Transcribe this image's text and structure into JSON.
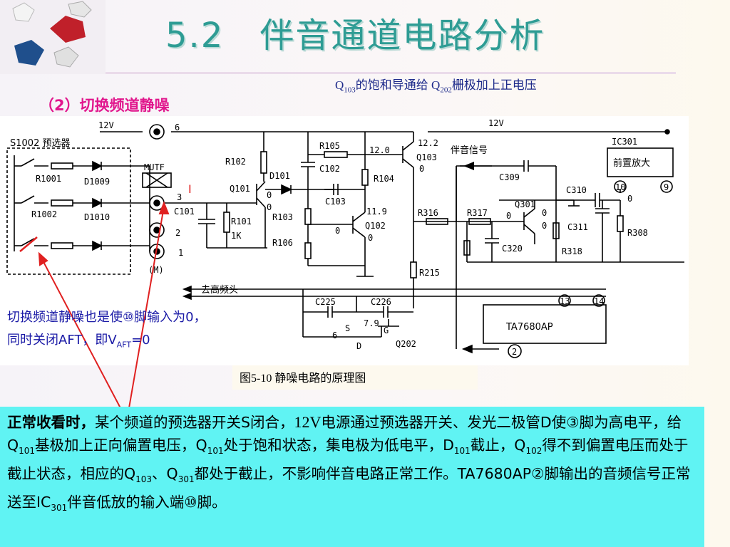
{
  "title": "5.2　伴音通道电路分析",
  "header_note": {
    "q1": "Q",
    "q1_sub": "103",
    "mid": "的饱和导通给 Q",
    "q2_sub": "202",
    "tail": "栅极加上正电压"
  },
  "section_heading": "（2）切换频道静噪",
  "annotation": {
    "line1": "切换频道静噪也是使⑩脚输入为0，",
    "line2_a": "同时关闭AFT，即V",
    "line2_sub": "AFT",
    "line2_b": "=0",
    "marker": "I"
  },
  "figure_caption": "图5-10 静噪电路的原理图",
  "body": {
    "bold_lead": "正常收看时，",
    "s1": "某个频道的预选器开关S闭合，",
    "s2": "12V",
    "s3": "电源通过预选器开关、发光二极管D使③脚为高电平，给Q",
    "sub_101a": "101",
    "s4": "基极加上正向偏置电压，Q",
    "sub_101b": "101",
    "s5": "处于饱和状态，集电极为低电平，D",
    "sub_101c": "101",
    "s6": "截止，Q",
    "sub_102": "102",
    "s7": "得不到偏置电压而处于截止状态，相应的Q",
    "sub_103": "103",
    "s8": "、Q",
    "sub_301": "301",
    "s9": "都处于截止，不影响伴音电路正常工作。TA7680AP②脚输出的音频信号正常送至IC",
    "sub_301b": "301",
    "s10": "伴音低放的输入端⑩脚。"
  },
  "circuit": {
    "labels": {
      "v12_left": "12V",
      "pin6": "6",
      "v12_right": "12V",
      "preselector": "S1002 预选器",
      "mutf": "MUTF",
      "r1001": "R1001",
      "d1009": "D1009",
      "r1002": "R1002",
      "d1010": "D1010",
      "pin3": "3",
      "pin2": "2",
      "pin1": "1",
      "m": "(M)",
      "c101": "C101",
      "r101": "R101",
      "r101_val": "1K",
      "r102": "R102",
      "q101": "Q101",
      "d101": "D101",
      "c102": "C102",
      "r105": "R105",
      "c103": "C103",
      "r103": "R103",
      "r106": "R106",
      "r104": "R104",
      "q102": "Q102",
      "q103": "Q103",
      "v12_0": "12.0",
      "v12_2": "12.2",
      "v11_9": "11.9",
      "r215": "R215",
      "r316": "R316",
      "r317": "R317",
      "q301": "Q301",
      "c320": "C320",
      "r318": "R318",
      "c309": "C309",
      "c310": "C310",
      "c311": "C311",
      "r308": "R308",
      "audio_signal": "伴音信号",
      "ic301": "IC301",
      "preamp": "前置放大",
      "to_hf": "去高频头",
      "c225": "C225",
      "c226": "C226",
      "s": "S",
      "g": "G",
      "d": "D",
      "v7_9": "7.9",
      "q202": "Q202",
      "ta7680": "TA7680AP",
      "p13": "13",
      "p14": "14",
      "p2": "2",
      "p10": "10",
      "p9": "9",
      "z0": "0",
      "six": "6"
    }
  }
}
